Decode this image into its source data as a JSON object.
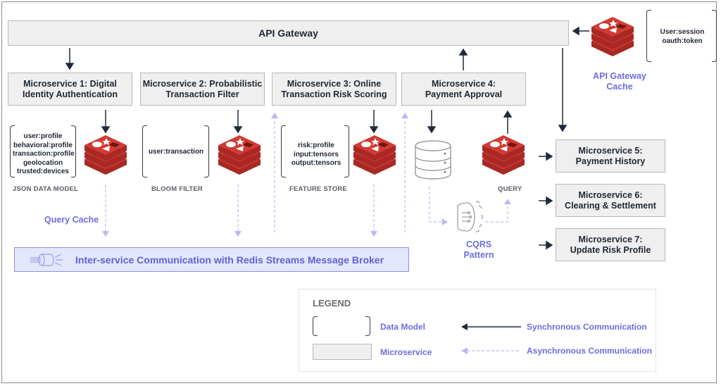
{
  "gateway": {
    "title": "API Gateway",
    "cache_label_line1": "API Gateway",
    "cache_label_line2": "Cache",
    "cache_keys": [
      "User:session",
      "oauth:token"
    ]
  },
  "microservices": [
    {
      "line1": "Microservice 1: Digital",
      "line2": "Identity Authentication"
    },
    {
      "line1": "Microservice 2: Probabilistic",
      "line2": "Transaction Filter"
    },
    {
      "line1": "Microservice 3: Online",
      "line2": "Transaction Risk Scoring"
    },
    {
      "line1": "Microservice 4:",
      "line2": "Payment Approval"
    },
    {
      "line1": "Microservice 5:",
      "line2": "Payment History"
    },
    {
      "line1": "Microservice 6:",
      "line2": "Clearing & Settlement"
    },
    {
      "line1": "Microservice 7:",
      "line2": "Update Risk Profile"
    }
  ],
  "data_models": [
    {
      "keys": [
        "user:profile",
        "behavioral:profile",
        "transaction:profile",
        "geolocation",
        "trusted:devices"
      ],
      "caption": "JSON DATA MODEL"
    },
    {
      "keys": [
        "user:transaction"
      ],
      "caption": "BLOOM FILTER"
    },
    {
      "keys": [
        "risk:profile",
        "input:tensors",
        "output:tensors"
      ],
      "caption": "FEATURE STORE"
    }
  ],
  "labels": {
    "query_cache": "Query Cache",
    "query": "QUERY",
    "cqrs_line1": "CQRS",
    "cqrs_line2": "Pattern",
    "broker": "Inter-service Communication with Redis Streams Message Broker"
  },
  "legend": {
    "title": "LEGEND",
    "data_model": "Data Model",
    "microservice": "Microservice",
    "sync": "Synchronous Communication",
    "async": "Asynchronous Communication"
  },
  "colors": {
    "redis_red": "#c6302b",
    "accent_blue": "#6b6ee0",
    "arrow_dark": "#1f2a3c",
    "async_arrow": "#b8baf0"
  }
}
